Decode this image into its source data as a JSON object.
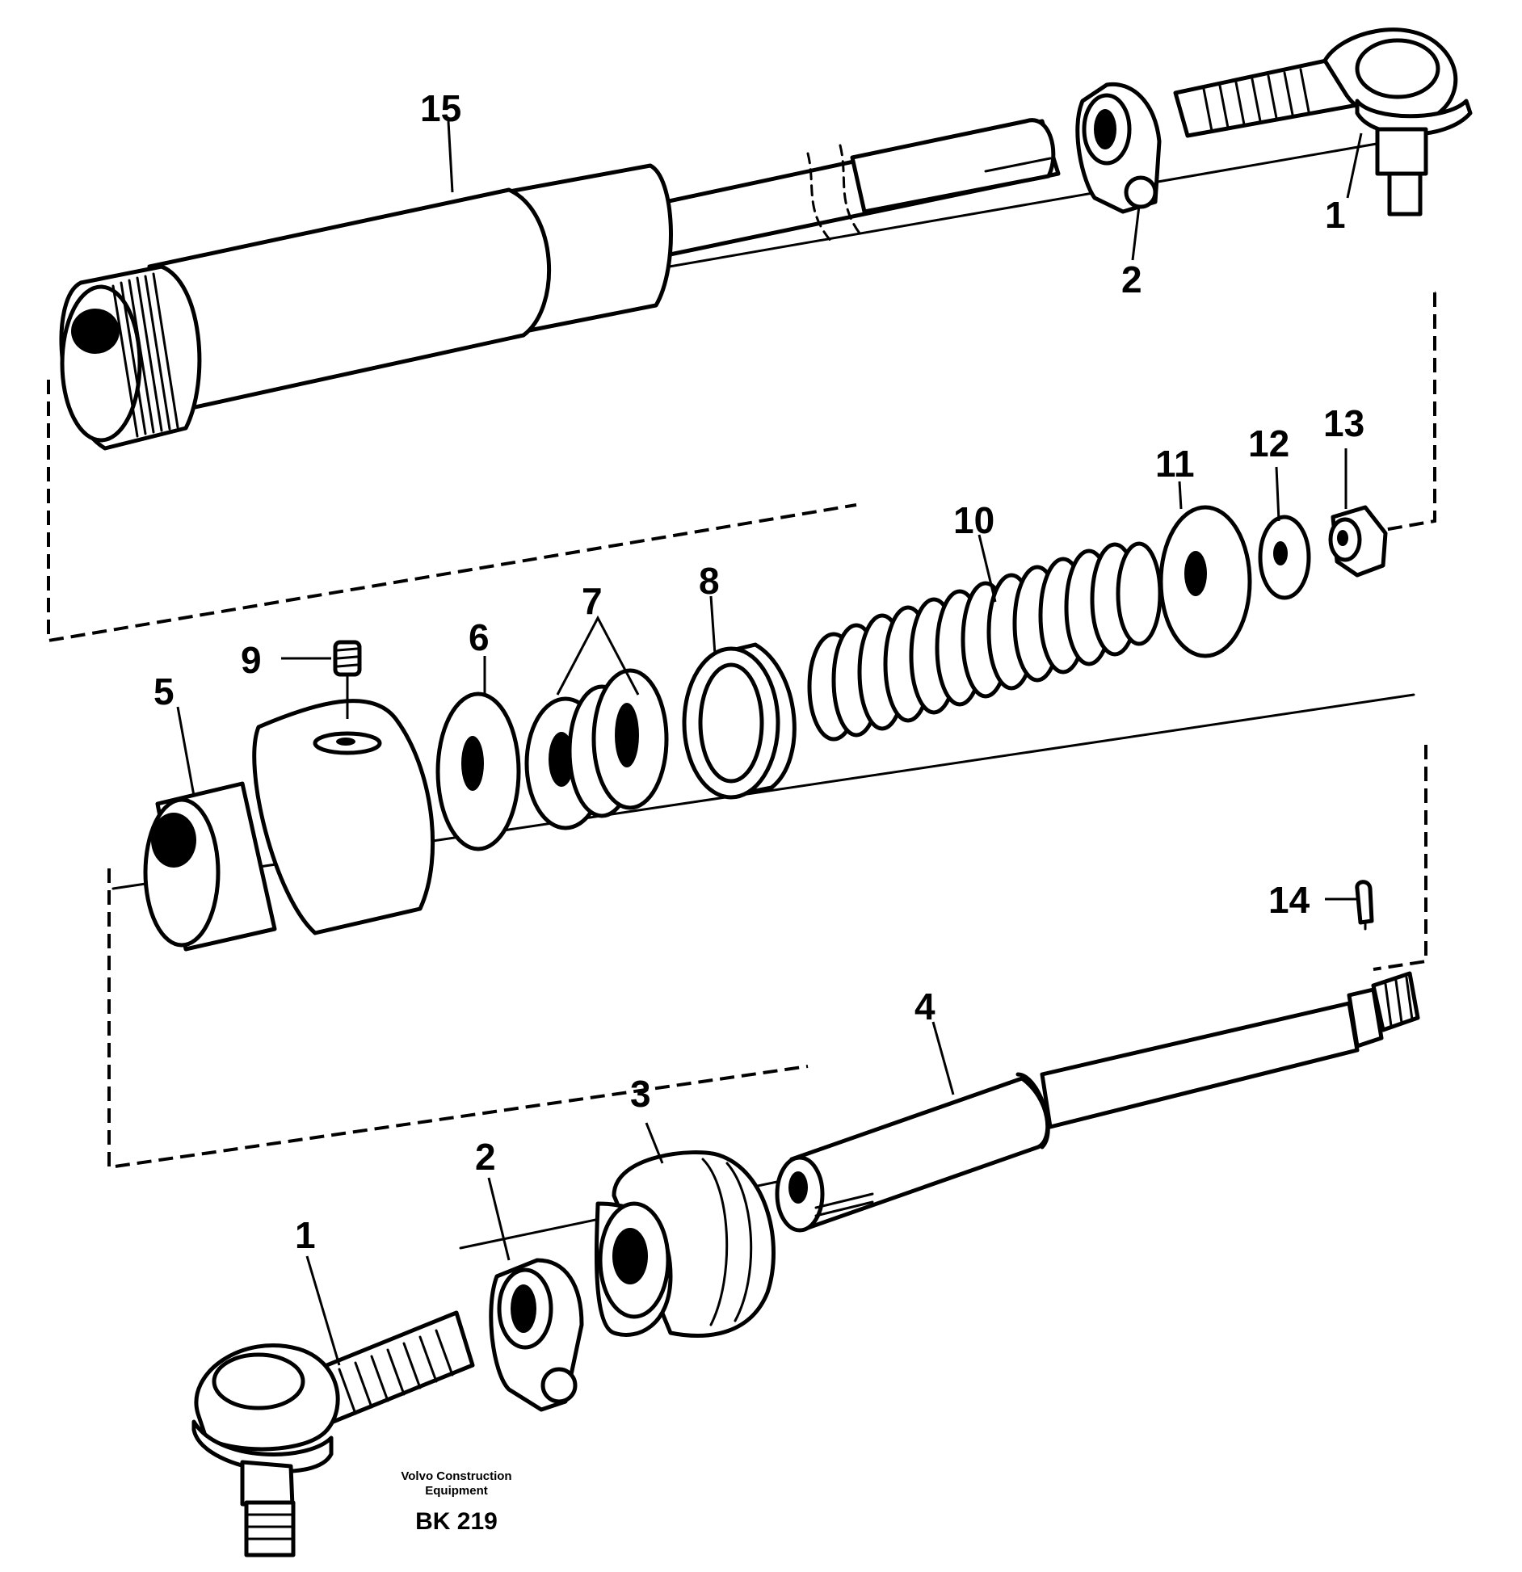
{
  "diagram": {
    "callouts": {
      "c1_top": "1",
      "c2_top": "2",
      "c15": "15",
      "c13": "13",
      "c12": "12",
      "c11": "11",
      "c10": "10",
      "c8": "8",
      "c7": "7",
      "c6": "6",
      "c9": "9",
      "c5": "5",
      "c14": "14",
      "c4": "4",
      "c3": "3",
      "c2_bottom": "2",
      "c1_bottom": "1"
    },
    "credit_line1": "Volvo Construction",
    "credit_line2": "Equipment",
    "figure_code": "BK 219"
  }
}
